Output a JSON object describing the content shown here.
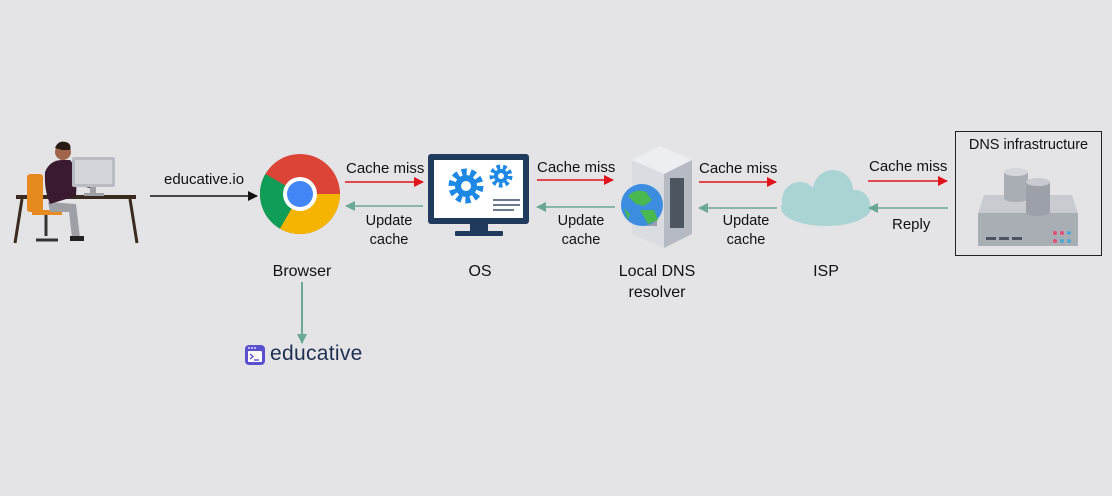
{
  "nodes": {
    "user_request": "educative.io",
    "browser": "Browser",
    "os": "OS",
    "local_dns": [
      "Local DNS",
      "resolver"
    ],
    "isp": "ISP",
    "dns_infrastructure": "DNS infrastructure",
    "educative_logo_text": "educative"
  },
  "edges": {
    "cache_miss_1": "Cache miss",
    "cache_miss_2": "Cache miss",
    "cache_miss_3": "Cache miss",
    "cache_miss_4": "Cache miss",
    "update_cache_1": [
      "Update",
      "cache"
    ],
    "update_cache_2": [
      "Update",
      "cache"
    ],
    "update_cache_3": [
      "Update",
      "cache"
    ],
    "reply": "Reply"
  },
  "colors": {
    "request_arrow": "#e0141a",
    "response_arrow": "#6aa893",
    "user_arrow": "#111111",
    "brand_purple": "#5a4fcf"
  }
}
